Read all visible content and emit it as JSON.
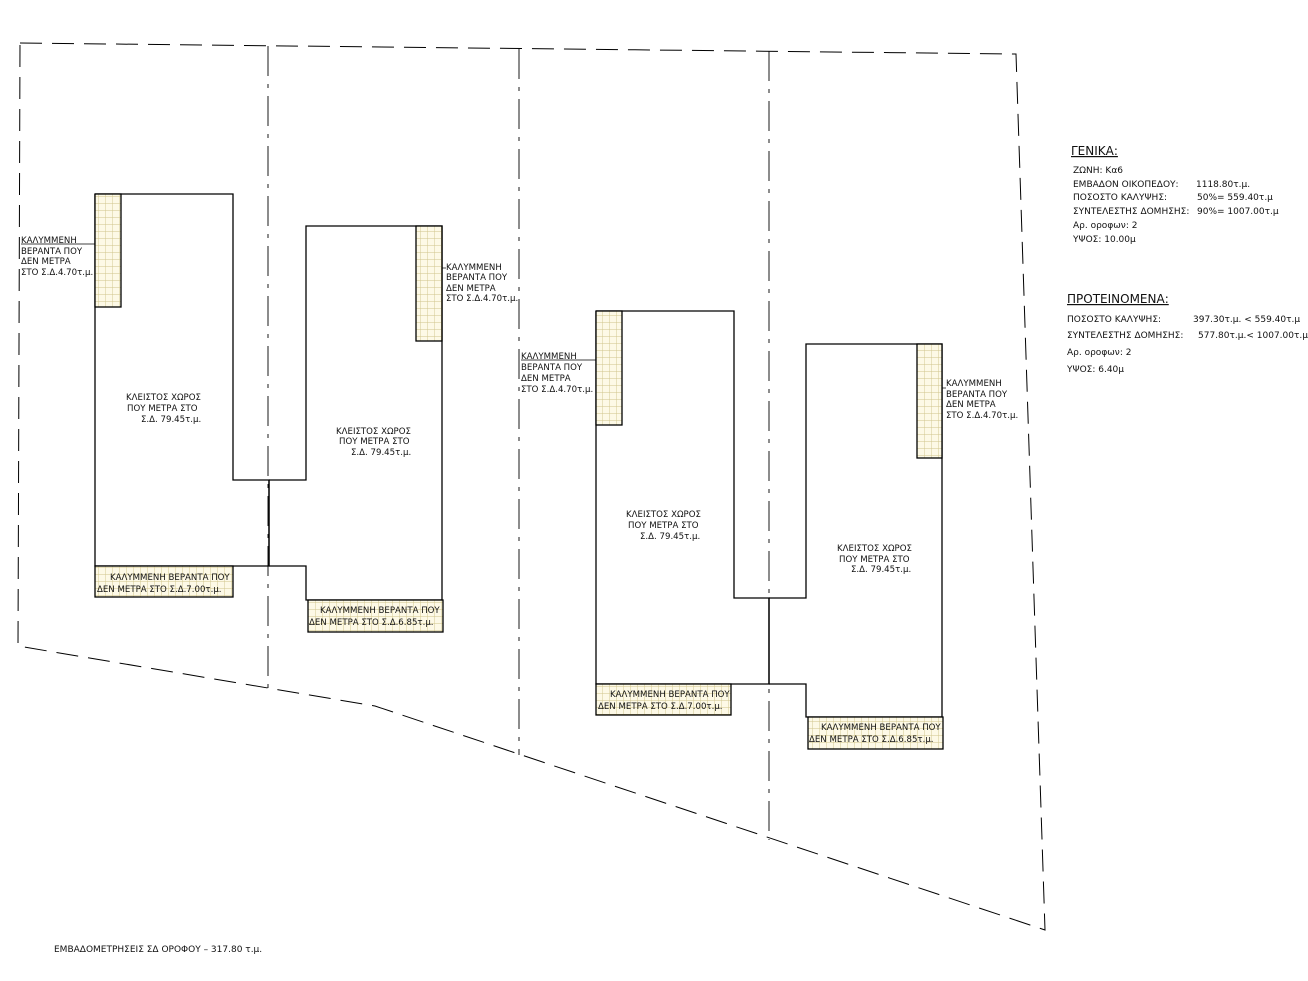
{
  "general": {
    "heading": "ΓΕΝΙΚΑ:",
    "zone": "ΖΩΝΗ: Kα6",
    "plot_area_label": "ΕΜΒΑΔΟΝ ΟΙΚΟΠΕΔΟΥ:",
    "plot_area_value": "1118.80τ.μ.",
    "coverage_label": "ΠΟΣΟΣΤΟ ΚΑΛΥΨΗΣ:",
    "coverage_value": "50%= 559.40τ.μ",
    "building_factor_label": "ΣΥΝΤΕΛΕΣΤΗΣ ΔΟΜΗΣΗΣ:",
    "building_factor_value": "90%= 1007.00τ.μ",
    "floors": "Αρ. οροφων: 2",
    "height": "ΥΨΟΣ: 10.00μ"
  },
  "proposed": {
    "heading": "ΠΡΟΤΕΙΝΟΜΕΝΑ:",
    "coverage_label": "ΠΟΣΟΣΤΟ ΚΑΛΥΨΗΣ:",
    "coverage_value": "397.30τ.μ. < 559.40τ.μ",
    "building_factor_label": "ΣΥΝΤΕΛΕΣΤΗΣ ΔΟΜΗΣΗΣ:",
    "building_factor_value": "577.80τ.μ.< 1007.00τ.μ",
    "floors": "Αρ. οροφων: 2",
    "height": "ΥΨΟΣ: 6.40μ"
  },
  "labels": {
    "enclosed_1": "ΚΛΕΙΣΤΟΣ ΧΩΡΟΣ",
    "enclosed_2": "ΠΟΥ ΜΕΤΡΑ ΣΤΟ",
    "enclosed_3": "Σ.Δ. 79.45τ.μ.",
    "veranda_side_1": "ΚΑΛΥΜΜΕΝΗ",
    "veranda_side_2": "ΒΕΡΑΝΤΑ ΠΟΥ",
    "veranda_side_3": "ΔΕΝ ΜΕΤΡΑ",
    "veranda_side_4": "ΣΤΟ Σ.Δ.4.70τ.μ.",
    "veranda_bottom_a_1": "ΚΑΛΥΜΜΕΝΗ ΒΕΡΑΝΤΑ ΠΟΥ",
    "veranda_bottom_a_2": "ΔΕΝ ΜΕΤΡΑ  ΣΤΟ Σ.Δ.7.00τ.μ.",
    "veranda_bottom_b_1": "ΚΑΛΥΜΜΕΝΗ ΒΕΡΑΝΤΑ ΠΟΥ",
    "veranda_bottom_b_2": "ΔΕΝ ΜΕΤΡΑ  ΣΤΟ Σ.Δ.6.85τ.μ."
  },
  "footer": {
    "text": "ΕΜΒΑΔΟΜΕΤΡΗΣΕΙΣ ΣΔ ΟΡΟΦΟΥ  – 317.80 τ.μ."
  },
  "colors": {
    "line": "#000000",
    "hatch_fill": "#fdf9e6",
    "hatch_grid": "#cfc48a"
  }
}
